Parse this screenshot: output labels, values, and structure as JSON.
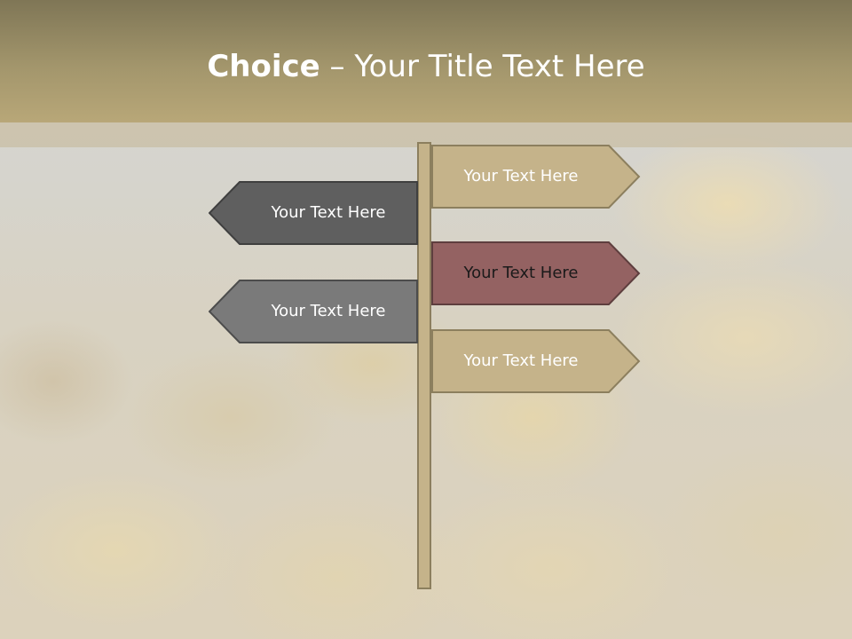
{
  "slide": {
    "title_bold": "Choice",
    "title_rest": " – Your Title Text Here",
    "signs": [
      {
        "label": "Your Text Here",
        "direction": "right",
        "fill": "#c5b38a",
        "stroke": "#8c7f5e",
        "text_color": "#ffffff"
      },
      {
        "label": "Your Text Here",
        "direction": "left",
        "fill": "#5f5f5f",
        "stroke": "#3f3f3f",
        "text_color": "#ffffff"
      },
      {
        "label": "Your Text Here",
        "direction": "right",
        "fill": "#946262",
        "stroke": "#5e3e3e",
        "text_color": "#1a1a1a"
      },
      {
        "label": "Your Text Here",
        "direction": "left",
        "fill": "#7a7a7a",
        "stroke": "#4c4c4c",
        "text_color": "#ffffff"
      },
      {
        "label": "Your Text Here",
        "direction": "right",
        "fill": "#c5b38a",
        "stroke": "#8c7f5e",
        "text_color": "#ffffff"
      }
    ]
  }
}
